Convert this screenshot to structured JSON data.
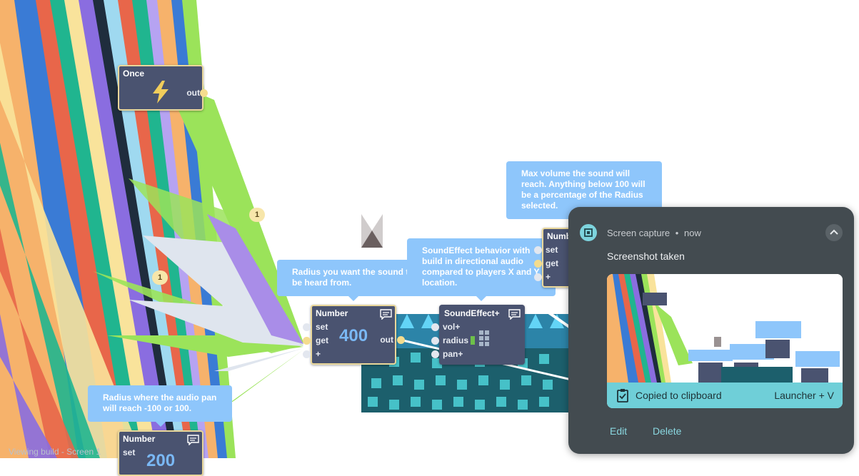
{
  "nodes": {
    "once": {
      "title": "Once",
      "out_label": "out"
    },
    "number_main": {
      "title": "Number",
      "set_label": "set",
      "get_label": "get",
      "plus_label": "+",
      "value": "400",
      "out_label": "out"
    },
    "sound_effect": {
      "title": "SoundEffect+",
      "vol_label": "vol+",
      "radius_label": "radius",
      "pan_label": "pan+"
    },
    "number_right": {
      "title": "Numb",
      "set_label": "set",
      "get_label": "get",
      "plus_label": "+"
    },
    "number_bottom": {
      "title": "Number",
      "set_label": "set",
      "value": "200"
    }
  },
  "badges": {
    "b1": "1",
    "b2": "1"
  },
  "comments": {
    "radius_hint": "Radius you want the sound to\nbe heard from.",
    "sound_effect_hint": "SoundEffect behavior with\nbuild in directional audio\ncompared to players X and Y\nlocation.",
    "max_volume_hint": "Max volume the sound will\nreach. Anything below 100 will\nbe a percentage of the Radius\nselected.",
    "pan_hint": "Radius where the audio pan\nwill reach -100 or 100."
  },
  "status_text": "Viewing build - Screen 1",
  "notification": {
    "app_name": "Screen capture",
    "separator": "•",
    "time": "now",
    "title": "Screenshot taken",
    "clipboard_text": "Copied to clipboard",
    "shortcut": "Launcher + V",
    "edit_label": "Edit",
    "delete_label": "Delete",
    "icon": "screen-capture-icon",
    "accent": "#6fcfd8"
  },
  "colors": {
    "node_bg": "#4a5370",
    "node_border": "#e9d79a",
    "comment_bg": "#8ec6fb",
    "wire_green": "#9be35a",
    "port_active": "#f4dc8e"
  }
}
